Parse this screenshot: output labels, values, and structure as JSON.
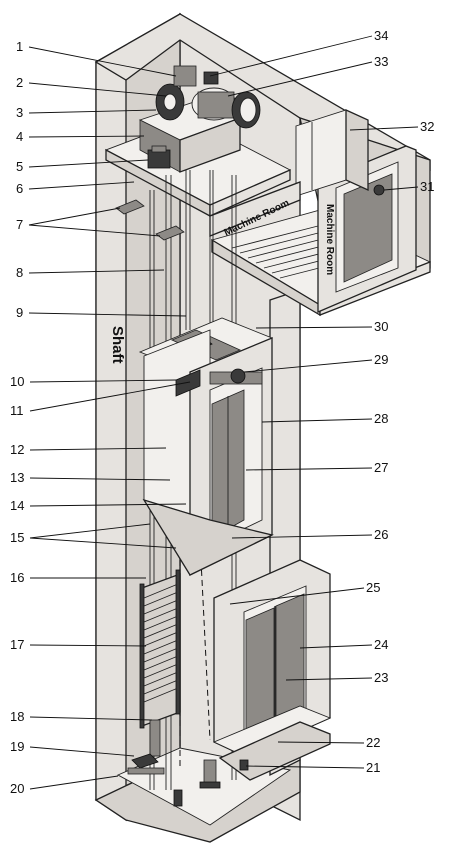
{
  "labels": {
    "shaft": "Shaft",
    "machine_room_front": "Machine Room",
    "machine_room_side": "Machine Room"
  },
  "callouts": {
    "left": [
      "1",
      "2",
      "3",
      "4",
      "5",
      "6",
      "7",
      "8",
      "9",
      "10",
      "11",
      "12",
      "13",
      "14",
      "15",
      "16",
      "17",
      "18",
      "19",
      "20"
    ],
    "right": [
      "21",
      "22",
      "23",
      "24",
      "25",
      "26",
      "27",
      "28",
      "29",
      "30",
      "31",
      "32",
      "33",
      "34"
    ]
  }
}
